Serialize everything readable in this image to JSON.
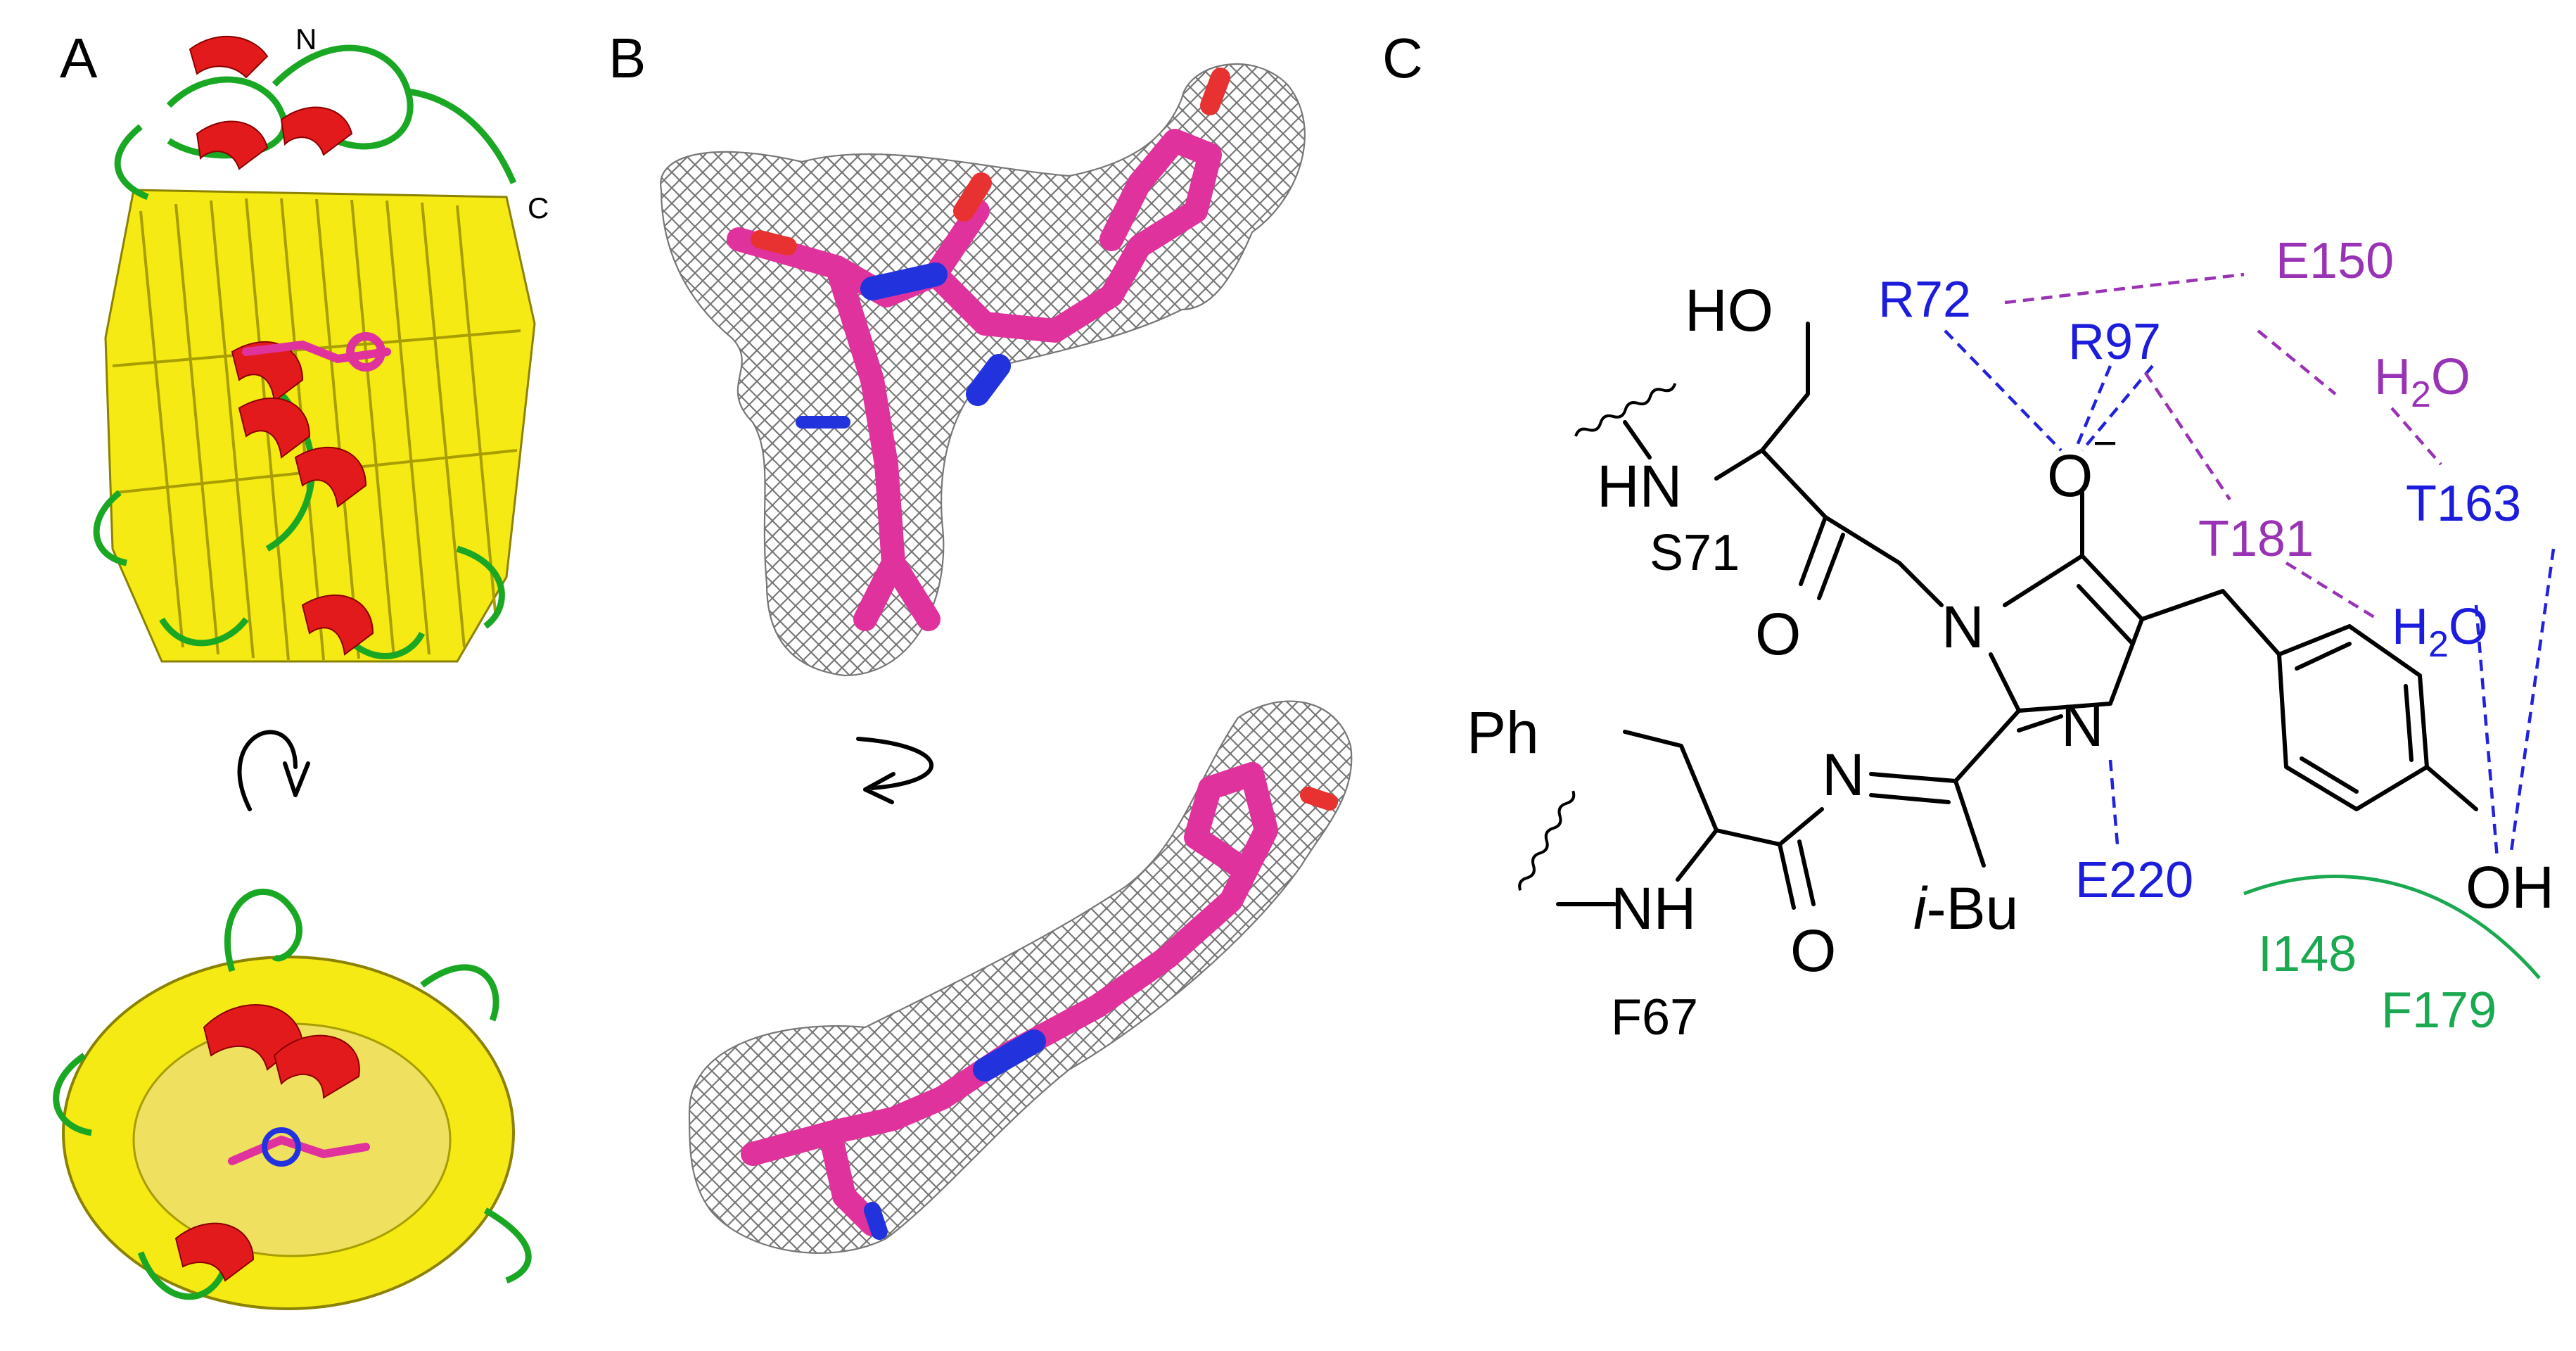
{
  "panels": {
    "A": {
      "label": "A",
      "n_terminus": "N",
      "c_terminus": "C",
      "colors": {
        "helix": "#e31a1c",
        "sheet": "#f5ea14",
        "loop": "#1aa824",
        "chromophore": "#e0329c"
      }
    },
    "B": {
      "label": "B",
      "colors": {
        "mesh": "#777777",
        "carbon": "#e0329c",
        "nitrogen": "#2233dd",
        "oxygen": "#e83232"
      }
    },
    "C": {
      "label": "C",
      "atoms": {
        "ho": "HO",
        "hn_s71": "HN",
        "s71": "S71",
        "o_ketone": "O",
        "n1": "N",
        "o_minus": "O",
        "minus": "−",
        "n3": "N",
        "ph": "Ph",
        "n_imine": "N",
        "nh_f67": "NH",
        "o_amide": "O",
        "ibu_i": "i",
        "ibu_rest": "-Bu",
        "f67": "F67",
        "oh": "OH"
      },
      "residues": {
        "r72": "R72",
        "r97": "R97",
        "e150": "E150",
        "h2o_top_h": "H",
        "h2o_top_sub": "2",
        "h2o_top_o": "O",
        "t163": "T163",
        "t181": "T181",
        "h2o_mid_h": "H",
        "h2o_mid_sub": "2",
        "h2o_mid_o": "O",
        "e220": "E220",
        "i148": "I148",
        "f179": "F179"
      },
      "colors": {
        "hbond_blue": "#2222dd",
        "hbond_purple": "#9933b5",
        "hydrophobic": "#1aa850"
      }
    }
  }
}
